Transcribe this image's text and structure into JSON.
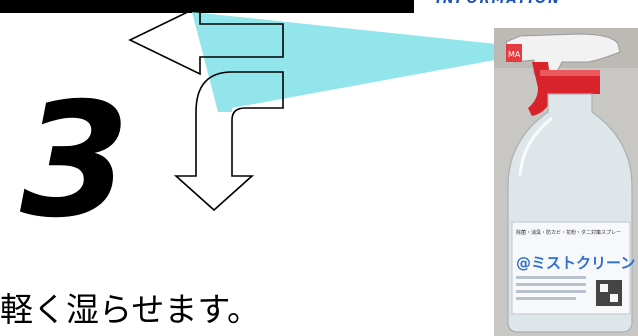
{
  "page": {
    "corner_text": "INFORMATION",
    "step_number": "3",
    "caption": "軽く湿らせます。"
  },
  "product": {
    "label_brand": "@ミストクリーン",
    "label_tagline": "除菌・消臭・防カビ・花粉・ダニ対策スプレー",
    "nozzle_mark": "MA"
  },
  "colors": {
    "mist": "#7fe1e8",
    "cap_red": "#d9232b",
    "trigger_white": "#f2f2f2",
    "label_blue": "#2f6fd0",
    "corner_text": "#1d55b8"
  },
  "icons": {
    "left_arrow": "arrow-left-icon",
    "curved_arrow": "curved-arrow-down-icon"
  }
}
